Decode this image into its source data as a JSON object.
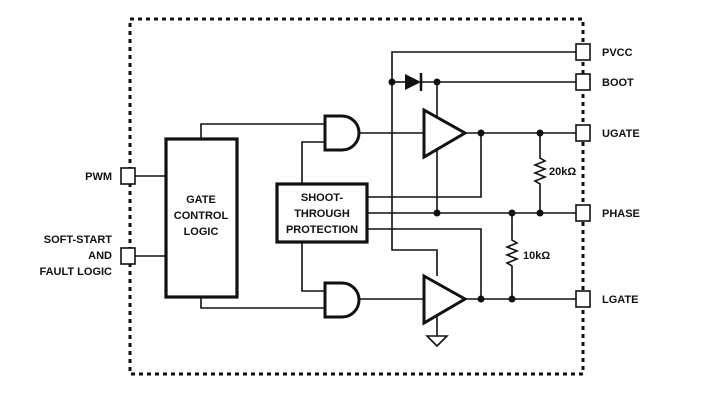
{
  "blocks": {
    "gate_control": [
      "GATE",
      "CONTROL",
      "LOGIC"
    ],
    "shoot_through": [
      "SHOOT-",
      "THROUGH",
      "PROTECTION"
    ]
  },
  "pins": {
    "pwm": "PWM",
    "soft_start": [
      "SOFT-START",
      "AND",
      "FAULT LOGIC"
    ],
    "pvcc": "PVCC",
    "boot": "BOOT",
    "ugate": "UGATE",
    "phase": "PHASE",
    "lgate": "LGATE"
  },
  "resistors": {
    "r_upper": "20kΩ",
    "r_lower": "10kΩ"
  }
}
